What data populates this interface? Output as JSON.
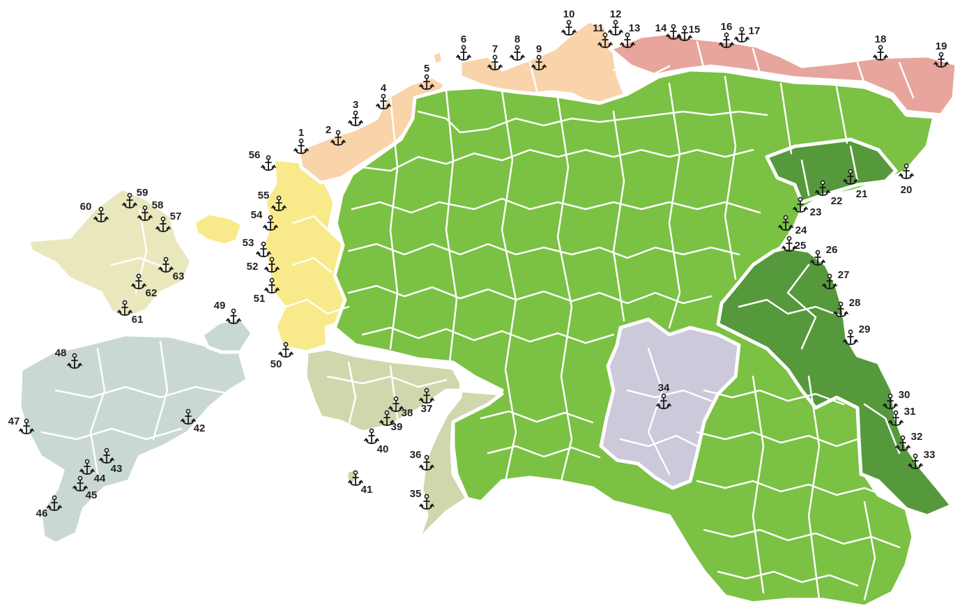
{
  "colors": {
    "mainland": "#7bc143",
    "east_coast": "#56993c",
    "tartu": "#cbc9da",
    "hiiumaa_saaremaa": "#cad8d4",
    "parnu": "#d0d7ad",
    "laanemaa": "#f8ea8a",
    "harjumaa": "#f9d3aa",
    "west_harju": "#f9d3aa",
    "virumaa": "#e7a59d",
    "hiiumaa": "#e9e7bc",
    "outline": "#ffffff",
    "anchor": "#1a1a1a",
    "label": "#231f20"
  },
  "icons": {
    "harbor": "anchor-icon"
  },
  "harbors": [
    {
      "label": "1"
    },
    {
      "label": "2"
    },
    {
      "label": "3"
    },
    {
      "label": "4"
    },
    {
      "label": "5"
    },
    {
      "label": "6"
    },
    {
      "label": "7"
    },
    {
      "label": "8"
    },
    {
      "label": "9"
    },
    {
      "label": "10"
    },
    {
      "label": "11"
    },
    {
      "label": "12"
    },
    {
      "label": "13"
    },
    {
      "label": "14"
    },
    {
      "label": "15"
    },
    {
      "label": "16"
    },
    {
      "label": "17"
    },
    {
      "label": "18"
    },
    {
      "label": "19"
    },
    {
      "label": "20"
    },
    {
      "label": "21"
    },
    {
      "label": "22"
    },
    {
      "label": "23"
    },
    {
      "label": "24"
    },
    {
      "label": "25"
    },
    {
      "label": "26"
    },
    {
      "label": "27"
    },
    {
      "label": "28"
    },
    {
      "label": "29"
    },
    {
      "label": "30"
    },
    {
      "label": "31"
    },
    {
      "label": "32"
    },
    {
      "label": "33"
    },
    {
      "label": "34"
    },
    {
      "label": "35"
    },
    {
      "label": "36"
    },
    {
      "label": "37"
    },
    {
      "label": "38"
    },
    {
      "label": "39"
    },
    {
      "label": "40"
    },
    {
      "label": "41"
    },
    {
      "label": "42"
    },
    {
      "label": "43"
    },
    {
      "label": "44"
    },
    {
      "label": "45"
    },
    {
      "label": "46"
    },
    {
      "label": "47"
    },
    {
      "label": "48"
    },
    {
      "label": "49"
    },
    {
      "label": "50"
    },
    {
      "label": "51"
    },
    {
      "label": "52"
    },
    {
      "label": "53"
    },
    {
      "label": "54"
    },
    {
      "label": "55"
    },
    {
      "label": "56"
    },
    {
      "label": "57"
    },
    {
      "label": "58"
    },
    {
      "label": "59"
    },
    {
      "label": "60"
    },
    {
      "label": "61"
    },
    {
      "label": "62"
    },
    {
      "label": "63"
    }
  ]
}
